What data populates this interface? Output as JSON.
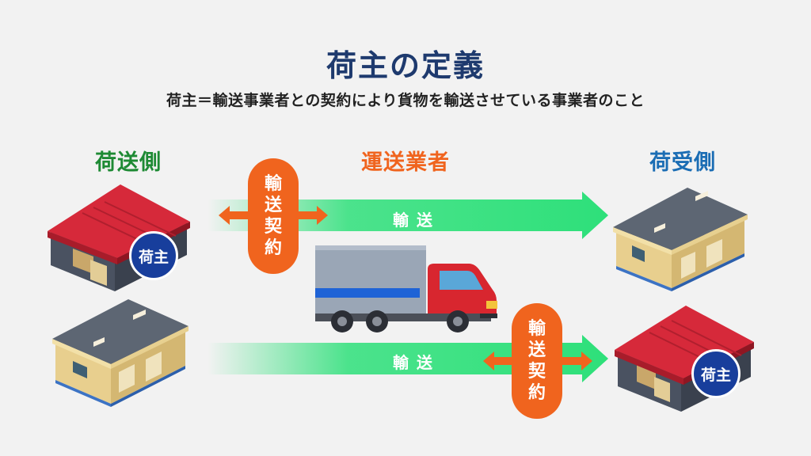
{
  "title": "荷主の定義",
  "subtitle": "荷主＝輸送事業者との契約により貨物を輸送させている事業者のこと",
  "columns": {
    "sender": "荷送側",
    "carrier": "運送業者",
    "receiver": "荷受側"
  },
  "arrows": [
    {
      "label": "輸送",
      "contract": [
        "輸",
        "送",
        "契",
        "約"
      ]
    },
    {
      "label": "輸送",
      "contract": [
        "輸",
        "送",
        "契",
        "約"
      ]
    }
  ],
  "badges": [
    "荷主",
    "荷主"
  ],
  "colors": {
    "title": "#1e3a6e",
    "sender": "#1e8a34",
    "carrier": "#f0641e",
    "receiver": "#1b6db4",
    "arrow": "#2ee07a",
    "contract": "#f0641e",
    "badge": "#183e9c",
    "red_roof": "#d6293a",
    "truck_cab": "#d8262f"
  }
}
